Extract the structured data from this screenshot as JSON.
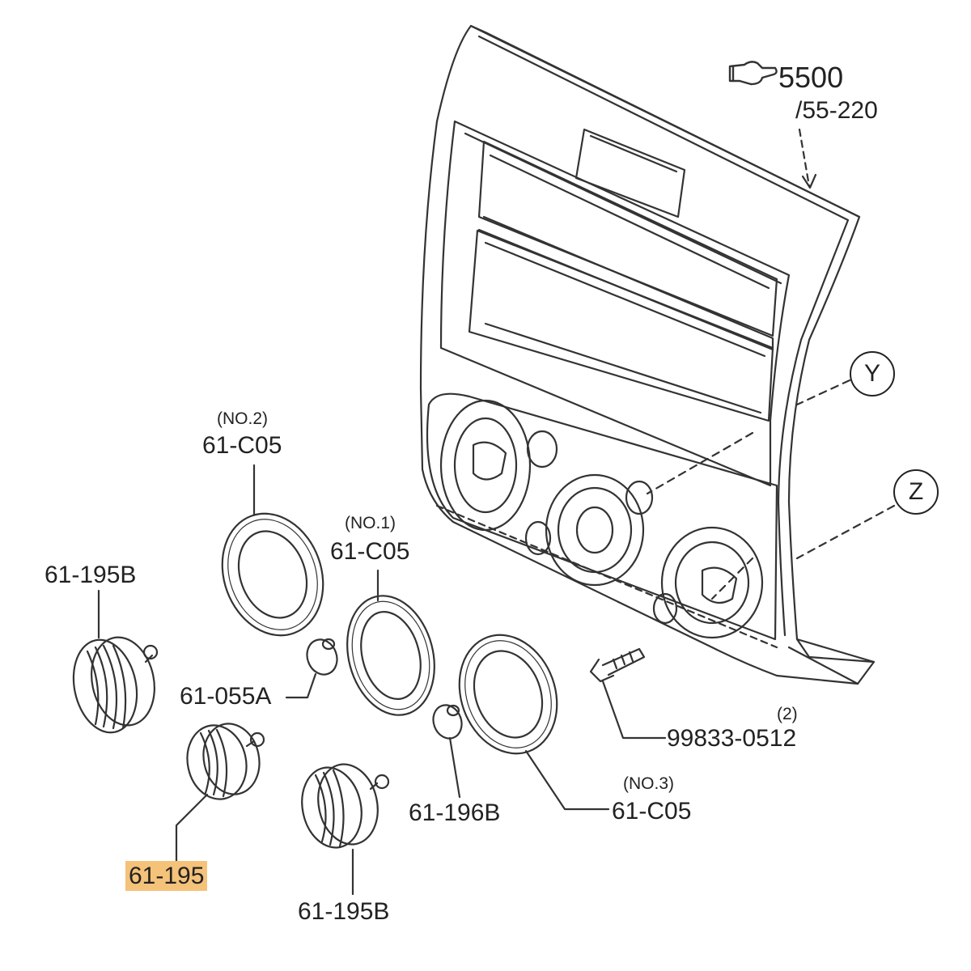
{
  "reference": {
    "number": "5500",
    "page": "/55-220",
    "icon": "pointing-hand-icon"
  },
  "callouts": {
    "y": "Y",
    "z": "Z"
  },
  "parts": {
    "bezel_no2": {
      "qualifier": "(NO.2)",
      "part": "61-C05"
    },
    "bezel_no1": {
      "qualifier": "(NO.1)",
      "part": "61-C05"
    },
    "bezel_no3": {
      "qualifier": "(NO.3)",
      "part": "61-C05"
    },
    "knob_left_top": {
      "part": "61-195B"
    },
    "knob_highlighted": {
      "part": "61-195"
    },
    "knob_bottom": {
      "part": "61-195B"
    },
    "knob_small_a": {
      "part": "61-055A"
    },
    "knob_small_b": {
      "part": "61-196B"
    },
    "screw": {
      "qualifier": "(2)",
      "part": "99833-0512"
    }
  },
  "colors": {
    "line": "#333333",
    "highlight": "#f5c27a"
  }
}
